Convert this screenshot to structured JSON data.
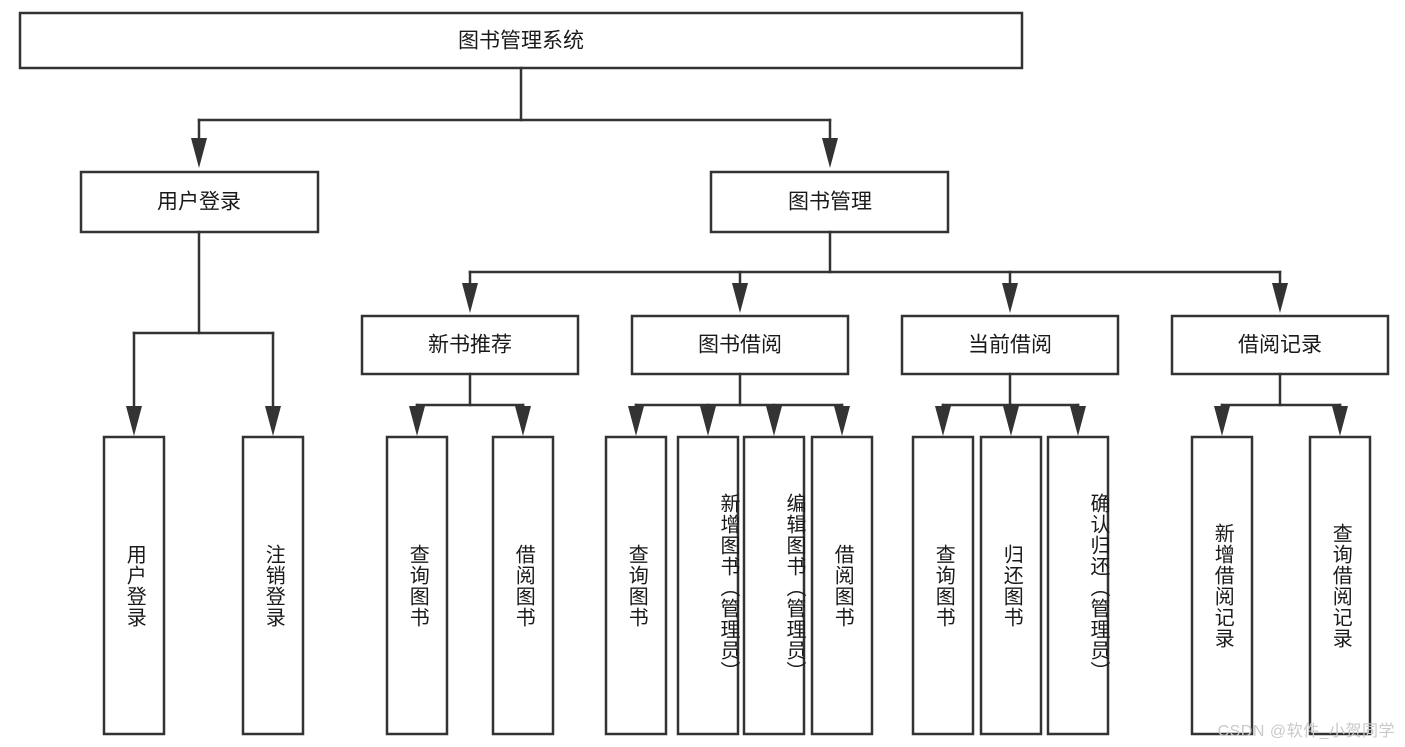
{
  "diagram": {
    "type": "tree",
    "title": "图书管理系统",
    "watermark": "CSDN @软件_小贺同学",
    "colors": {
      "box_fill": "#ffffff",
      "box_stroke": "#333333",
      "text": "#1a1a1a",
      "watermark": "#c9c9c9",
      "background": "#ffffff"
    },
    "levels": {
      "level0": {
        "label": "图书管理系统"
      },
      "level1": [
        {
          "label": "用户登录"
        },
        {
          "label": "图书管理"
        }
      ],
      "level2": [
        {
          "label": "新书推荐"
        },
        {
          "label": "图书借阅"
        },
        {
          "label": "当前借阅"
        },
        {
          "label": "借阅记录"
        }
      ],
      "leaves_user_login": [
        {
          "label": "用户登录"
        },
        {
          "label": "注销登录"
        }
      ],
      "leaves_new_book": [
        {
          "label": "查询图书"
        },
        {
          "label": "借阅图书"
        }
      ],
      "leaves_borrow": [
        {
          "label": "查询图书"
        },
        {
          "label": "新增图书（管理员）"
        },
        {
          "label": "编辑图书（管理员）"
        },
        {
          "label": "借阅图书"
        }
      ],
      "leaves_current": [
        {
          "label": "查询图书"
        },
        {
          "label": "归还图书"
        },
        {
          "label": "确认归还（管理员）"
        }
      ],
      "leaves_record": [
        {
          "label": "新增借阅记录"
        },
        {
          "label": "查询借阅记录"
        }
      ]
    }
  }
}
